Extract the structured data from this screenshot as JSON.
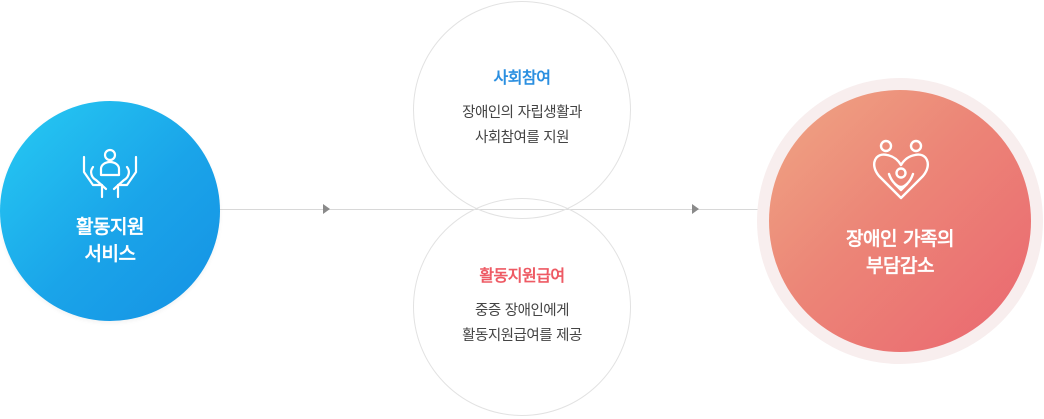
{
  "left_node": {
    "lines": [
      "활동지원",
      "서비스"
    ],
    "icon": "hands-holding-person-icon",
    "gradient": [
      "#27cbf3",
      "#1591e4"
    ]
  },
  "top_node": {
    "title": "사회참여",
    "desc_lines": [
      "장애인의 자립생활과",
      "사회참여를 지원"
    ],
    "title_color": "#2b8fe0"
  },
  "bottom_node": {
    "title": "활동지원급여",
    "desc_lines": [
      "중증 장애인에게",
      "활동지원급여를 제공"
    ],
    "title_color": "#ee5a64"
  },
  "right_node": {
    "lines": [
      "장애인 가족의",
      "부담감소"
    ],
    "icon": "family-heart-icon",
    "gradient": [
      "#efa684",
      "#ea6670"
    ]
  },
  "colors": {
    "connector": "#d8d8d8",
    "arrow": "#8a8a8a",
    "outline": "#e2e2e2"
  }
}
